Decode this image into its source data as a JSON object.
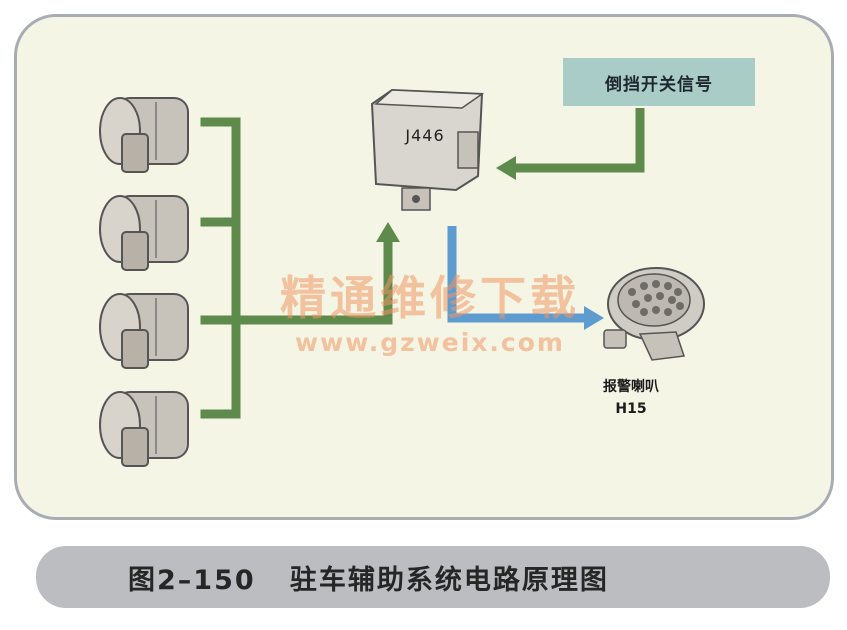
{
  "signal_box": {
    "text": "倒挡开关信号"
  },
  "module": {
    "label": "J446",
    "icon": "control-unit-icon"
  },
  "sensors": {
    "count": 4,
    "icon": "ultrasonic-sensor-icon"
  },
  "speaker": {
    "name": "报警喇叭",
    "code": "H15",
    "icon": "buzzer-speaker-icon"
  },
  "watermark": {
    "text": "精通维修下载",
    "url": "www.gzweix.com"
  },
  "caption": {
    "text": "图2–150   驻车辅助系统电路原理图"
  },
  "colors": {
    "signal_line": "#5e8a4b",
    "output_line": "#5e9bce",
    "panel_bg": "#f4f5e4",
    "label_box": "#a9cdc6"
  }
}
